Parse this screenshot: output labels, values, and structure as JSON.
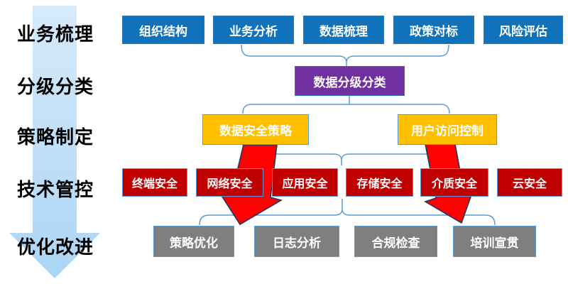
{
  "colors": {
    "blue": "#1172BC",
    "purple": "#7030A0",
    "yellow": "#FFC000",
    "red-box": "#C00000",
    "gray": "#7F7F7F",
    "line": "#5B9BD5",
    "border-dark": "#2E75B6",
    "arrow-red": "#FE0202",
    "arrow-red-border": "#1F3864",
    "side-arrow-top": "#D6EAFA",
    "side-arrow-bottom": "#ABD5F6"
  },
  "sidebar": {
    "stages": [
      "业务梳理",
      "分级分类",
      "策略制定",
      "技术管控",
      "优化改进"
    ]
  },
  "rows": {
    "assessment": {
      "items": [
        "组织结构",
        "业务分析",
        "数据梳理",
        "政策对标",
        "风险评估"
      ]
    },
    "classification": {
      "label": "数据分级分类"
    },
    "policy": {
      "items": [
        "数据安全策略",
        "用户访问控制"
      ]
    },
    "technical": {
      "items": [
        "终端安全",
        "网络安全",
        "应用安全",
        "存储安全",
        "介质安全",
        "云安全"
      ]
    },
    "operations": {
      "items": [
        "策略优化",
        "日志分析",
        "合规检查",
        "培训宣贯"
      ]
    }
  }
}
